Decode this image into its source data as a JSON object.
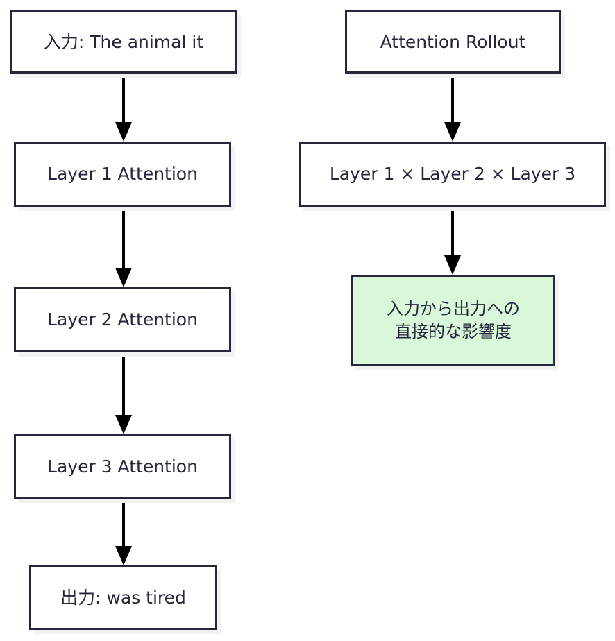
{
  "diagram": {
    "title": "Attention Rollout flow diagram",
    "background_color": "#ffffff",
    "border_color": "#26263c",
    "text_color": "#26263c",
    "highlight_fill": "#d9f7d9",
    "shadow_color": "#f2f2f2",
    "left_column": {
      "nodes": [
        {
          "id": "input",
          "label": "入力: The animal it"
        },
        {
          "id": "layer1",
          "label": "Layer 1 Attention"
        },
        {
          "id": "layer2",
          "label": "Layer 2 Attention"
        },
        {
          "id": "layer3",
          "label": "Layer 3 Attention"
        },
        {
          "id": "output",
          "label": "出力: was tired"
        }
      ]
    },
    "right_column": {
      "nodes": [
        {
          "id": "rollout",
          "label": "Attention Rollout"
        },
        {
          "id": "product",
          "label": "Layer 1 × Layer 2 × Layer 3"
        },
        {
          "id": "effect",
          "label": "入力から出力への\n直接的な影響度"
        }
      ]
    },
    "edges": [
      {
        "id": "input-to-layer1",
        "from": "input",
        "to": "layer1"
      },
      {
        "id": "layer1-to-layer2",
        "from": "layer1",
        "to": "layer2"
      },
      {
        "id": "layer2-to-layer3",
        "from": "layer2",
        "to": "layer3"
      },
      {
        "id": "layer3-to-output",
        "from": "layer3",
        "to": "output"
      },
      {
        "id": "rollout-to-product",
        "from": "rollout",
        "to": "product"
      },
      {
        "id": "product-to-effect",
        "from": "product",
        "to": "effect"
      }
    ]
  }
}
